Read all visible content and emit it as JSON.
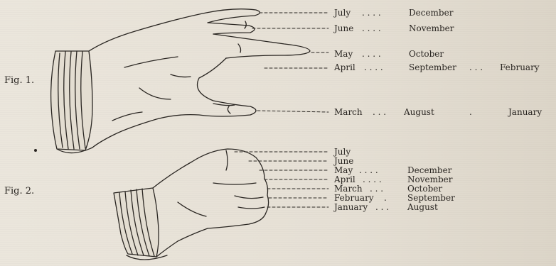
{
  "figure1": {
    "label": "Fig. 1.",
    "rows": [
      {
        "a": "July",
        "b": "December",
        "c": ""
      },
      {
        "a": "June",
        "b": "November",
        "c": ""
      },
      {
        "a": "May",
        "b": "October",
        "c": ""
      },
      {
        "a": "April",
        "b": "September",
        "c": "February"
      },
      {
        "a": "March",
        "b": "August",
        "c": "January"
      }
    ]
  },
  "figure2": {
    "label": "Fig. 2.",
    "rows": [
      {
        "a": "July",
        "b": ""
      },
      {
        "a": "June",
        "b": ""
      },
      {
        "a": "May",
        "b": "December"
      },
      {
        "a": "April",
        "b": "November"
      },
      {
        "a": "March",
        "b": "October"
      },
      {
        "a": "February",
        "b": "September"
      },
      {
        "a": "January",
        "b": "August"
      }
    ]
  }
}
